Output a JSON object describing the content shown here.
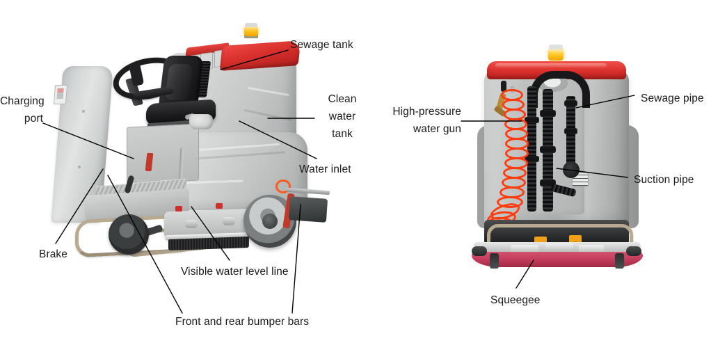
{
  "diagram": {
    "title": "Ride-on floor scrubber annotated parts diagram",
    "background_color": "#ffffff",
    "text_color": "#1a1a1a",
    "leader_line_color": "#000000",
    "views": [
      {
        "name": "side-view",
        "position": "left"
      },
      {
        "name": "rear-view",
        "position": "right"
      }
    ]
  },
  "labels": {
    "left_view": [
      {
        "id": "sewage-tank",
        "text": "Sewage tank"
      },
      {
        "id": "clean-water-tank",
        "lines": [
          "Clean",
          "water",
          "tank"
        ]
      },
      {
        "id": "water-inlet",
        "text": "Water inlet"
      },
      {
        "id": "charging-port",
        "lines": [
          "Charging",
          "port"
        ]
      },
      {
        "id": "brake",
        "text": "Brake"
      },
      {
        "id": "visible-water-level-line",
        "text": "Visible water level line"
      },
      {
        "id": "front-rear-bumper-bars",
        "text": "Front and rear bumper bars"
      }
    ],
    "right_view": [
      {
        "id": "high-pressure-water-gun",
        "lines": [
          "High-pressure",
          "water gun"
        ]
      },
      {
        "id": "sewage-pipe",
        "text": "Sewage pipe"
      },
      {
        "id": "suction-pipe",
        "text": "Suction pipe"
      },
      {
        "id": "squeegee",
        "text": "Squeegee"
      }
    ]
  },
  "label_text": {
    "sewage_tank": "Sewage tank",
    "clean_1": "Clean",
    "clean_2": "water",
    "clean_3": "tank",
    "water_inlet": "Water inlet",
    "charging_1": "Charging",
    "charging_2": "port",
    "brake": "Brake",
    "water_level": "Visible water level line",
    "bumper_bars": "Front and rear bumper bars",
    "hp_gun_1": "High-pressure",
    "hp_gun_2": "water gun",
    "sewage_pipe": "Sewage pipe",
    "suction_pipe": "Suction pipe",
    "squeegee": "Squeegee"
  },
  "colors": {
    "body_grey": "#c3c6c5",
    "top_red": "#dc322d",
    "beacon_amber": "#ffc828",
    "hose_orange": "#ff3c10",
    "squeegee_pink": "#bf3a58",
    "chrome_tube": "#b7a98f",
    "pipe_black": "#18181a",
    "seat_black": "#1e1e20"
  }
}
